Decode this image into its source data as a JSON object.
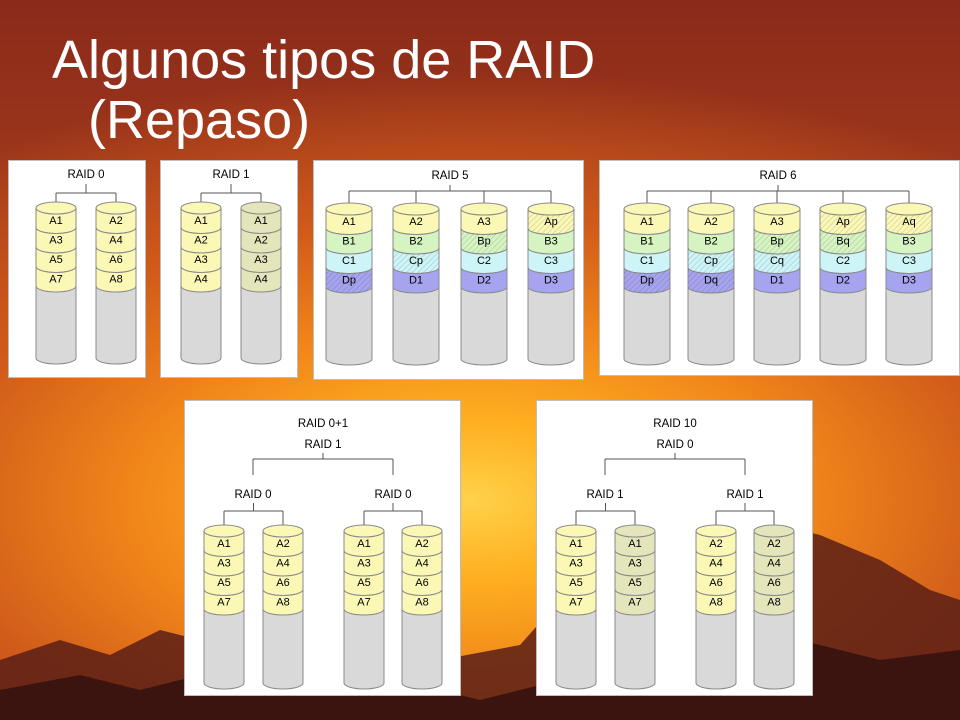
{
  "slide": {
    "title_line1": "Algunos tipos de RAID",
    "title_line2": "(Repaso)"
  },
  "colors": {
    "yellow": "#fbf8b6",
    "green": "#d6f4c2",
    "cyan": "#cdf5f8",
    "blue": "#a6a4ef",
    "beige": "#e5e5bb",
    "gray": "#d9d9d9"
  },
  "panels": [
    {
      "id": "raid0",
      "top_label": "RAID 0",
      "disks": [
        {
          "blocks": [
            {
              "t": "A1",
              "c": "yellow"
            },
            {
              "t": "A3",
              "c": "yellow"
            },
            {
              "t": "A5",
              "c": "yellow"
            },
            {
              "t": "A7",
              "c": "yellow"
            }
          ]
        },
        {
          "blocks": [
            {
              "t": "A2",
              "c": "yellow"
            },
            {
              "t": "A4",
              "c": "yellow"
            },
            {
              "t": "A6",
              "c": "yellow"
            },
            {
              "t": "A8",
              "c": "yellow"
            }
          ]
        }
      ]
    },
    {
      "id": "raid1",
      "top_label": "RAID 1",
      "disks": [
        {
          "blocks": [
            {
              "t": "A1",
              "c": "yellow"
            },
            {
              "t": "A2",
              "c": "yellow"
            },
            {
              "t": "A3",
              "c": "yellow"
            },
            {
              "t": "A4",
              "c": "yellow"
            }
          ]
        },
        {
          "blocks": [
            {
              "t": "A1",
              "c": "beige"
            },
            {
              "t": "A2",
              "c": "beige"
            },
            {
              "t": "A3",
              "c": "beige"
            },
            {
              "t": "A4",
              "c": "beige"
            }
          ]
        }
      ]
    },
    {
      "id": "raid5",
      "top_label": "RAID 5",
      "disks": [
        {
          "blocks": [
            {
              "t": "A1",
              "c": "yellow"
            },
            {
              "t": "B1",
              "c": "green"
            },
            {
              "t": "C1",
              "c": "cyan"
            },
            {
              "t": "Dp",
              "c": "blue",
              "h": true
            }
          ]
        },
        {
          "blocks": [
            {
              "t": "A2",
              "c": "yellow"
            },
            {
              "t": "B2",
              "c": "green"
            },
            {
              "t": "Cp",
              "c": "cyan",
              "h": true
            },
            {
              "t": "D1",
              "c": "blue"
            }
          ]
        },
        {
          "blocks": [
            {
              "t": "A3",
              "c": "yellow"
            },
            {
              "t": "Bp",
              "c": "green",
              "h": true
            },
            {
              "t": "C2",
              "c": "cyan"
            },
            {
              "t": "D2",
              "c": "blue"
            }
          ]
        },
        {
          "blocks": [
            {
              "t": "Ap",
              "c": "yellow",
              "h": true
            },
            {
              "t": "B3",
              "c": "green"
            },
            {
              "t": "C3",
              "c": "cyan"
            },
            {
              "t": "D3",
              "c": "blue"
            }
          ]
        }
      ]
    },
    {
      "id": "raid6",
      "top_label": "RAID 6",
      "disks": [
        {
          "blocks": [
            {
              "t": "A1",
              "c": "yellow"
            },
            {
              "t": "B1",
              "c": "green"
            },
            {
              "t": "C1",
              "c": "cyan"
            },
            {
              "t": "Dp",
              "c": "blue",
              "h": true
            }
          ]
        },
        {
          "blocks": [
            {
              "t": "A2",
              "c": "yellow"
            },
            {
              "t": "B2",
              "c": "green"
            },
            {
              "t": "Cp",
              "c": "cyan",
              "h": true
            },
            {
              "t": "Dq",
              "c": "blue",
              "h": true
            }
          ]
        },
        {
          "blocks": [
            {
              "t": "A3",
              "c": "yellow"
            },
            {
              "t": "Bp",
              "c": "green",
              "h": true
            },
            {
              "t": "Cq",
              "c": "cyan",
              "h": true
            },
            {
              "t": "D1",
              "c": "blue"
            }
          ]
        },
        {
          "blocks": [
            {
              "t": "Ap",
              "c": "yellow",
              "h": true
            },
            {
              "t": "Bq",
              "c": "green",
              "h": true
            },
            {
              "t": "C2",
              "c": "cyan"
            },
            {
              "t": "D2",
              "c": "blue"
            }
          ]
        },
        {
          "blocks": [
            {
              "t": "Aq",
              "c": "yellow",
              "h": true
            },
            {
              "t": "B3",
              "c": "green"
            },
            {
              "t": "C3",
              "c": "cyan"
            },
            {
              "t": "D3",
              "c": "blue"
            }
          ]
        }
      ]
    },
    {
      "id": "raid01",
      "top_label": "RAID 0+1",
      "top_label2": "RAID 1",
      "groups": [
        {
          "label": "RAID 0",
          "disks": [
            {
              "blocks": [
                {
                  "t": "A1",
                  "c": "yellow"
                },
                {
                  "t": "A3",
                  "c": "yellow"
                },
                {
                  "t": "A5",
                  "c": "yellow"
                },
                {
                  "t": "A7",
                  "c": "yellow"
                }
              ]
            },
            {
              "blocks": [
                {
                  "t": "A2",
                  "c": "yellow"
                },
                {
                  "t": "A4",
                  "c": "yellow"
                },
                {
                  "t": "A6",
                  "c": "yellow"
                },
                {
                  "t": "A8",
                  "c": "yellow"
                }
              ]
            }
          ]
        },
        {
          "label": "RAID 0",
          "disks": [
            {
              "blocks": [
                {
                  "t": "A1",
                  "c": "yellow"
                },
                {
                  "t": "A3",
                  "c": "yellow"
                },
                {
                  "t": "A5",
                  "c": "yellow"
                },
                {
                  "t": "A7",
                  "c": "yellow"
                }
              ]
            },
            {
              "blocks": [
                {
                  "t": "A2",
                  "c": "yellow"
                },
                {
                  "t": "A4",
                  "c": "yellow"
                },
                {
                  "t": "A6",
                  "c": "yellow"
                },
                {
                  "t": "A8",
                  "c": "yellow"
                }
              ]
            }
          ]
        }
      ]
    },
    {
      "id": "raid10",
      "top_label": "RAID 10",
      "top_label2": "RAID 0",
      "groups": [
        {
          "label": "RAID 1",
          "disks": [
            {
              "blocks": [
                {
                  "t": "A1",
                  "c": "yellow"
                },
                {
                  "t": "A3",
                  "c": "yellow"
                },
                {
                  "t": "A5",
                  "c": "yellow"
                },
                {
                  "t": "A7",
                  "c": "yellow"
                }
              ]
            },
            {
              "blocks": [
                {
                  "t": "A1",
                  "c": "beige"
                },
                {
                  "t": "A3",
                  "c": "beige"
                },
                {
                  "t": "A5",
                  "c": "beige"
                },
                {
                  "t": "A7",
                  "c": "beige"
                }
              ]
            }
          ]
        },
        {
          "label": "RAID 1",
          "disks": [
            {
              "blocks": [
                {
                  "t": "A2",
                  "c": "yellow"
                },
                {
                  "t": "A4",
                  "c": "yellow"
                },
                {
                  "t": "A6",
                  "c": "yellow"
                },
                {
                  "t": "A8",
                  "c": "yellow"
                }
              ]
            },
            {
              "blocks": [
                {
                  "t": "A2",
                  "c": "beige"
                },
                {
                  "t": "A4",
                  "c": "beige"
                },
                {
                  "t": "A6",
                  "c": "beige"
                },
                {
                  "t": "A8",
                  "c": "beige"
                }
              ]
            }
          ]
        }
      ]
    }
  ]
}
